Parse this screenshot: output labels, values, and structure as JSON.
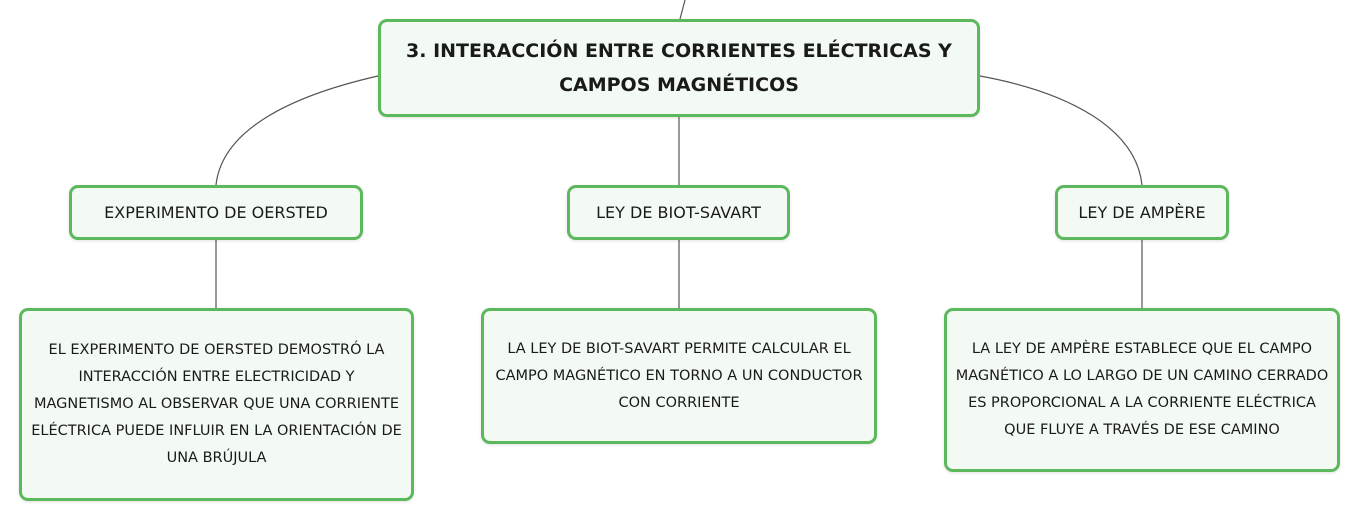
{
  "title": "3. INTERACCIÓN ENTRE CORRIENTES ELÉCTRICAS Y CAMPOS MAGNÉTICOS",
  "colors": {
    "node_border": "#5cb85c",
    "node_fill": "#f3faf3",
    "connector": "#555555"
  },
  "topics": [
    {
      "label": "EXPERIMENTO DE OERSTED",
      "detail": "EL EXPERIMENTO DE OERSTED DEMOSTRÓ LA INTERACCIÓN ENTRE ELECTRICIDAD Y MAGNETISMO AL OBSERVAR QUE UNA CORRIENTE ELÉCTRICA PUEDE INFLUIR EN LA ORIENTACIÓN DE UNA BRÚJULA"
    },
    {
      "label": "LEY DE BIOT-SAVART",
      "detail": "LA LEY DE BIOT-SAVART PERMITE CALCULAR EL CAMPO MAGNÉTICO EN TORNO A UN CONDUCTOR CON CORRIENTE"
    },
    {
      "label": "LEY DE AMPÈRE",
      "detail": "LA LEY DE AMPÈRE ESTABLECE QUE EL CAMPO MAGNÉTICO A LO LARGO DE UN CAMINO CERRADO ES PROPORCIONAL A LA CORRIENTE ELÉCTRICA QUE FLUYE A TRAVÉS DE ESE CAMINO"
    }
  ]
}
